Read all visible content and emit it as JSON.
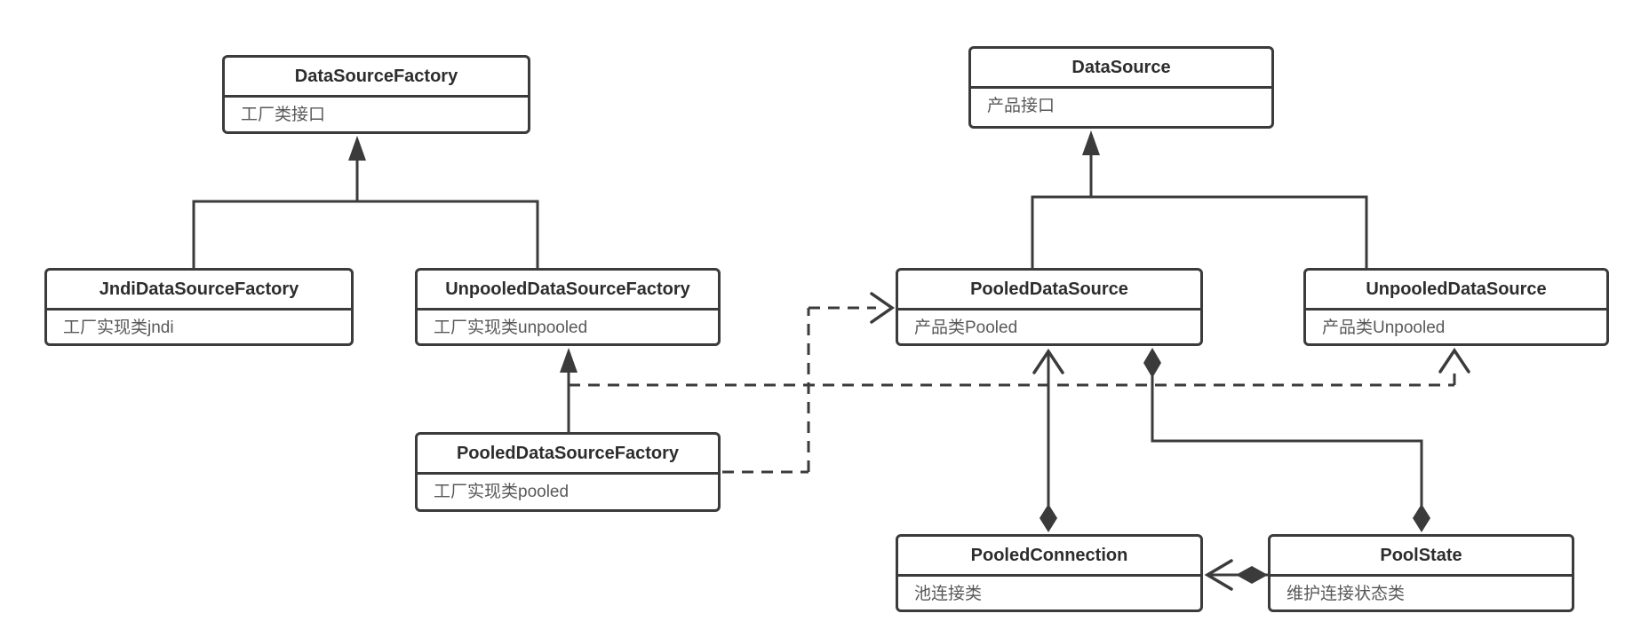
{
  "diagram": {
    "title": "MyBatis DataSource UML class diagram",
    "classes": {
      "dataSourceFactory": {
        "name": "DataSourceFactory",
        "desc": "工厂类接口"
      },
      "jndiDataSourceFactory": {
        "name": "JndiDataSourceFactory",
        "desc": "工厂实现类jndi"
      },
      "unpooledDataSourceFactory": {
        "name": "UnpooledDataSourceFactory",
        "desc": "工厂实现类unpooled"
      },
      "pooledDataSourceFactory": {
        "name": "PooledDataSourceFactory",
        "desc": "工厂实现类pooled"
      },
      "dataSource": {
        "name": "DataSource",
        "desc": "产品接口"
      },
      "pooledDataSource": {
        "name": "PooledDataSource",
        "desc": "产品类Pooled"
      },
      "unpooledDataSource": {
        "name": "UnpooledDataSource",
        "desc": "产品类Unpooled"
      },
      "pooledConnection": {
        "name": "PooledConnection",
        "desc": "池连接类"
      },
      "poolState": {
        "name": "PoolState",
        "desc": "维护连接状态类"
      }
    },
    "relationships": [
      {
        "from": "JndiDataSourceFactory",
        "to": "DataSourceFactory",
        "type": "inheritance-solid-arrow"
      },
      {
        "from": "UnpooledDataSourceFactory",
        "to": "DataSourceFactory",
        "type": "inheritance-solid-arrow"
      },
      {
        "from": "PooledDataSourceFactory",
        "to": "UnpooledDataSourceFactory",
        "type": "inheritance-solid-arrow"
      },
      {
        "from": "PooledDataSource",
        "to": "DataSource",
        "type": "inheritance-solid-arrow"
      },
      {
        "from": "UnpooledDataSource",
        "to": "DataSource",
        "type": "inheritance-solid-arrow"
      },
      {
        "from": "PooledDataSourceFactory",
        "to": "PooledDataSource",
        "type": "dependency-dashed-arrow"
      },
      {
        "from": "UnpooledDataSourceFactory",
        "to": "UnpooledDataSource",
        "type": "dependency-dashed-arrow"
      },
      {
        "from": "PooledConnection",
        "to": "PooledDataSource",
        "type": "composition-diamond-arrow"
      },
      {
        "from": "PoolState",
        "to": "PooledDataSource",
        "type": "composition-diamond-diamond"
      },
      {
        "from": "PoolState",
        "to": "PooledConnection",
        "type": "composition-diamond-arrow"
      }
    ],
    "colors": {
      "line": "#3b3b3b",
      "title": "#2d2d2d",
      "body": "#595959",
      "background": "#ffffff",
      "box_fill": "#ffffff"
    }
  }
}
